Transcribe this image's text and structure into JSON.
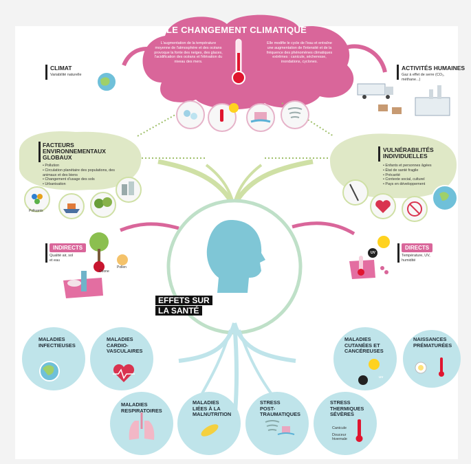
{
  "title": "LE CHANGEMENT CLIMATIQUE",
  "cloud_left_text": "L'augmentation de la température moyenne de l'atmosphère et des océans provoque la fonte des neiges, des glaces, l'acidification des océans et l'élévation du niveau des mers.",
  "cloud_right_text": "Elle modifie le cycle de l'eau et entraîne une augmentation de l'intensité et de la fréquence des phénomènes climatiques extrêmes : canicule, sécheresse, inondations, cyclones.",
  "climat": {
    "title": "CLIMAT",
    "subtitle": "Variabilité naturelle"
  },
  "activites": {
    "title": "ACTIVITÉS HUMAINES",
    "subtitle": "Gaz à effet de serre (CO₂, méthane...)"
  },
  "facteurs": {
    "title_line1": "FACTEURS",
    "title_line2": "ENVIRONNEMENTAUX",
    "title_line3": "GLOBAUX",
    "items": [
      "Pollution",
      "Circulation planétaire des populations, des animaux et des biens",
      "Changement d'usage des sols",
      "Urbanisation"
    ],
    "polluants_label": "Polluants"
  },
  "vulnerabilites": {
    "title_line1": "VULNÉRABILITÉS",
    "title_line2": "INDIVIDUELLES",
    "items": [
      "Enfants et personnes âgées",
      "État de santé fragile",
      "Précarité",
      "Contexte social, culturel",
      "Pays en développement"
    ]
  },
  "indirects": {
    "tag": "INDIRECTS",
    "text": "Qualité air, sol et eau",
    "ozone": "Ozone",
    "pollen": "Pollen"
  },
  "directs": {
    "tag": "DIRECTS",
    "text": "Température, UV, humidité",
    "uv": "UV"
  },
  "effets_line1": "EFFETS SUR",
  "effets_line2": "LA SANTÉ",
  "effects": {
    "infectieuses": "MALADIES INFECTIEUSES",
    "cardio": "MALADIES CARDIO-VASCULAIRES",
    "cutanees": "MALADIES CUTANÉES ET CANCÉREUSES",
    "naissances": "NAISSANCES PRÉMATURÉES",
    "respiratoires": "MALADIES RESPIRATOIRES",
    "malnutrition": "MALADIES LIÉES À LA MALNUTRITION",
    "stress_post": "STRESS POST-TRAUMATIQUES",
    "stress_thermiques": "STRESS THERMIQUES SÉVÈRES",
    "canicule": "Canicule",
    "douceur": "Douceur hivernale",
    "uv": "UV"
  },
  "colors": {
    "pink": "#d9669a",
    "green": "#dfe8c6",
    "teal": "#bfe4ea",
    "headblue": "#7fc6d6"
  }
}
